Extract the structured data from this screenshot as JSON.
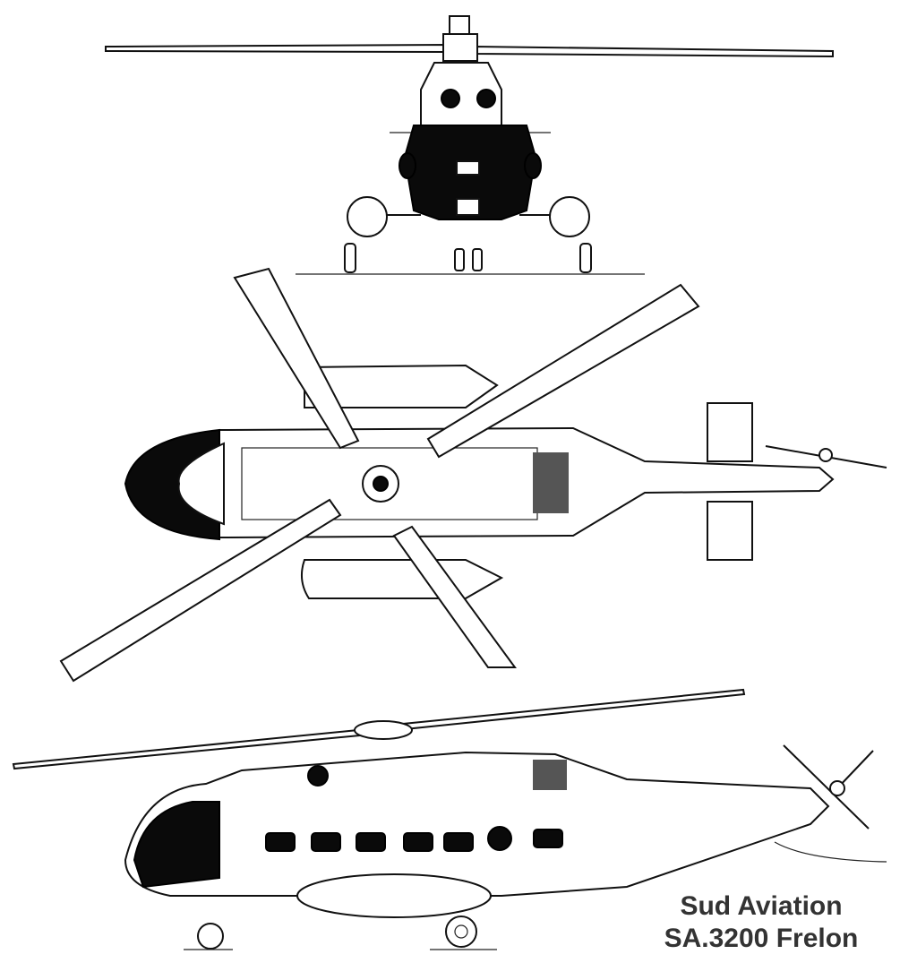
{
  "caption": {
    "manufacturer": "Sud Aviation",
    "model": "SA.3200 Frelon"
  },
  "views": [
    "front-view",
    "top-view",
    "side-view"
  ]
}
